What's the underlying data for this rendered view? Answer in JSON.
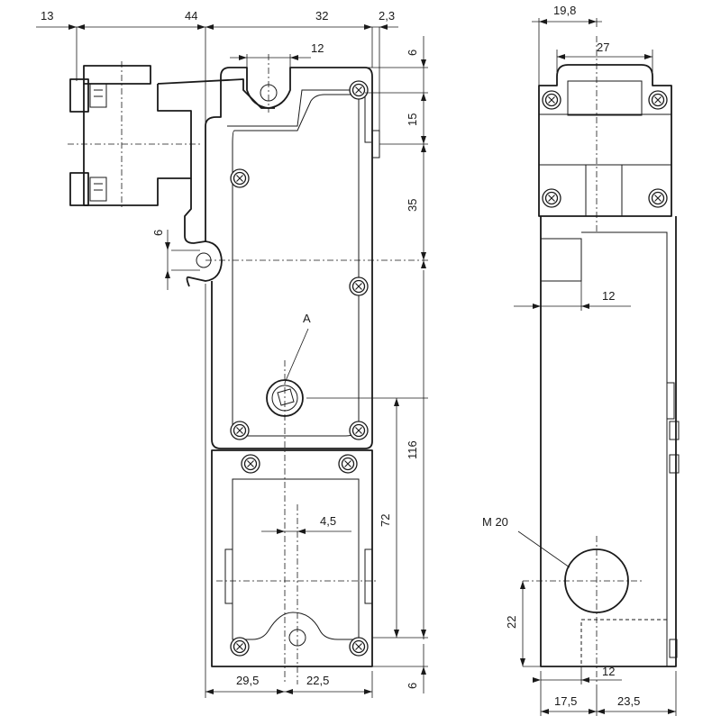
{
  "dimensions": {
    "d_13": "13",
    "d_44": "44",
    "d_32": "32",
    "d_2_3": "2,3",
    "d_12_top": "12",
    "d_6_top": "6",
    "d_15": "15",
    "d_35": "35",
    "d_6_left": "6",
    "d_116": "116",
    "d_72": "72",
    "d_4_5": "4,5",
    "d_29_5": "29,5",
    "d_22_5": "22,5",
    "d_6_bottom": "6",
    "d_19_8": "19,8",
    "d_27": "27",
    "d_12_side": "12",
    "d_m20": "M 20",
    "d_22": "22",
    "d_12_bottom": "12",
    "d_17_5": "17,5",
    "d_23_5": "23,5"
  },
  "labels": {
    "detail_a": "A"
  }
}
